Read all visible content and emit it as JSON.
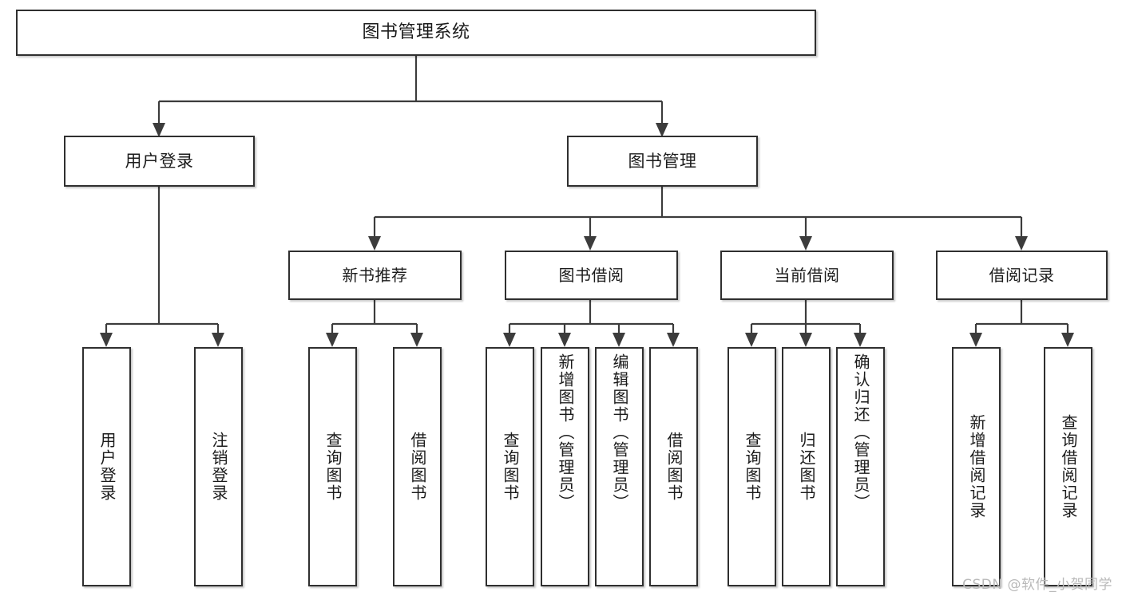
{
  "diagram": {
    "type": "tree",
    "title": "图书管理系统",
    "root": {
      "label": "图书管理系统"
    },
    "level2": [
      {
        "label": "用户登录"
      },
      {
        "label": "图书管理"
      }
    ],
    "level3": [
      {
        "label": "新书推荐"
      },
      {
        "label": "图书借阅"
      },
      {
        "label": "当前借阅"
      },
      {
        "label": "借阅记录"
      }
    ],
    "leaves": {
      "user_login": [
        {
          "label": "用户登录"
        },
        {
          "label": "注销登录"
        }
      ],
      "new_book_recommend": [
        {
          "label": "查询图书"
        },
        {
          "label": "借阅图书"
        }
      ],
      "book_borrow": [
        {
          "label": "查询图书"
        },
        {
          "label": "新增图书（管理员）"
        },
        {
          "label": "编辑图书（管理员）"
        },
        {
          "label": "借阅图书"
        }
      ],
      "current_borrow": [
        {
          "label": "查询图书"
        },
        {
          "label": "归还图书"
        },
        {
          "label": "确认归还（管理员）"
        }
      ],
      "borrow_record": [
        {
          "label": "新增借阅记录"
        },
        {
          "label": "查询借阅记录"
        }
      ]
    }
  },
  "watermark": {
    "text": "CSDN @软件_小贺同学"
  },
  "colors": {
    "box_border": "#2f2f2f",
    "box_fill": "#ffffff",
    "connector": "#3c3c3c",
    "text": "#1b1b1b",
    "watermark": "#b9b9b9"
  }
}
